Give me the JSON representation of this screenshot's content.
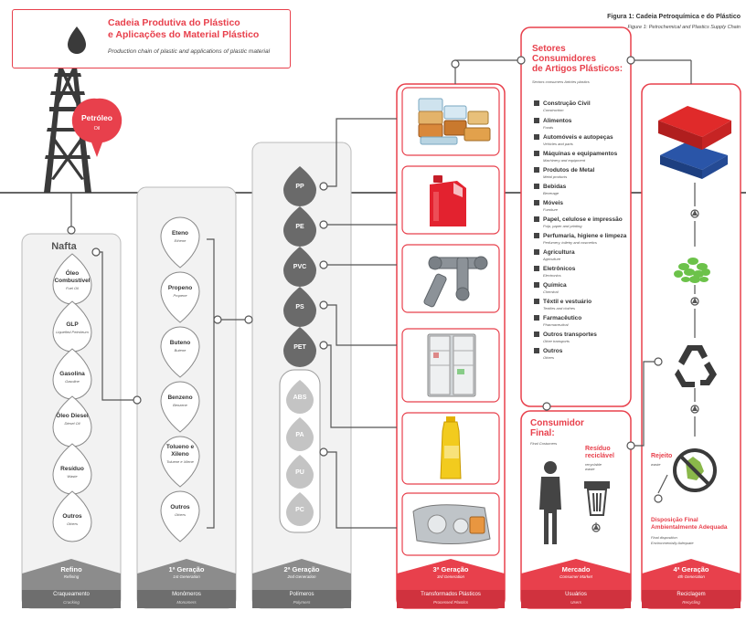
{
  "header": {
    "title_line1": "Cadeia Produtiva do Plástico",
    "title_line2": "e Aplicações do Material Plástico",
    "subtitle": "Production chain of plastic and applications of plastic material",
    "figure_pt": "Figura 1: Cadeia Petroquímica e do Plástico",
    "figure_en": "Figure 1: Petrochemical and Plastics Supply Chain"
  },
  "petroleo": {
    "label": "Petróleo",
    "sub": "Oil"
  },
  "nafta": {
    "title": "Nafta",
    "items": [
      {
        "pt": "Óleo Combustível",
        "en": "Fuel Oil"
      },
      {
        "pt": "GLP",
        "en": "Liquefied Petroleum"
      },
      {
        "pt": "Gasolina",
        "en": "Gasoline"
      },
      {
        "pt": "Óleo Diesel",
        "en": "Diesel Oil"
      },
      {
        "pt": "Resíduo",
        "en": "Waste"
      },
      {
        "pt": "Outros",
        "en": "Others"
      }
    ],
    "footer_pt": "Refino",
    "footer_en": "Refining",
    "footer2_pt": "Craqueamento",
    "footer2_en": "Cracking"
  },
  "primeira": {
    "items": [
      {
        "pt": "Eteno",
        "en": "Ethene"
      },
      {
        "pt": "Propeno",
        "en": "Propene"
      },
      {
        "pt": "Buteno",
        "en": "Butene"
      },
      {
        "pt": "Benzeno",
        "en": "Benzene"
      },
      {
        "pt": "Tolueno e Xileno",
        "en": "Toluene e Xilene"
      },
      {
        "pt": "Outros",
        "en": "Others"
      }
    ],
    "footer_pt": "1ª Geração",
    "footer_en": "1st Generation",
    "footer2_pt": "Monômeros",
    "footer2_en": "Monomers"
  },
  "segunda": {
    "polymers": [
      "PP",
      "PE",
      "PVC",
      "PS",
      "PET"
    ],
    "others": [
      "ABS",
      "PA",
      "PU",
      "PC"
    ],
    "footer_pt": "2ª Geração",
    "footer_en": "2nd Generation",
    "footer2_pt": "Polímeros",
    "footer2_en": "Polymers"
  },
  "terceira": {
    "products": [
      "food-containers",
      "plastic-jerrycan",
      "pvc-pipes",
      "refrigerator",
      "oil-bottle",
      "car-headlight"
    ],
    "footer_pt": "3ª Geração",
    "footer_en": "3rd Generation",
    "footer2_pt": "Transformados Plásticos",
    "footer2_en": "Processed Plastics"
  },
  "setores": {
    "title_line1": "Setores",
    "title_line2": "Consumidores",
    "title_line3": "de Artigos Plásticos:",
    "subtitle": "Sectors consumers Articles plastics",
    "items": [
      {
        "pt": "Construção Civil",
        "en": "Construction"
      },
      {
        "pt": "Alimentos",
        "en": "Foods"
      },
      {
        "pt": "Automóveis e autopeças",
        "en": "Vehicles and parts"
      },
      {
        "pt": "Máquinas e equipamentos",
        "en": "Machinery and equipment"
      },
      {
        "pt": "Produtos de Metal",
        "en": "Metal products"
      },
      {
        "pt": "Bebidas",
        "en": "Beverage"
      },
      {
        "pt": "Móveis",
        "en": "Furniture"
      },
      {
        "pt": "Papel, celulose e impressão",
        "en": "Pulp, paper and printing"
      },
      {
        "pt": "Perfumaria, higiene e limpeza",
        "en": "Perfumery, toiletry and cosmetics"
      },
      {
        "pt": "Agricultura",
        "en": "Agriculture"
      },
      {
        "pt": "Eletrônicos",
        "en": "Electronics"
      },
      {
        "pt": "Química",
        "en": "Chemical"
      },
      {
        "pt": "Têxtil e vestuário",
        "en": "Textiles and clothes"
      },
      {
        "pt": "Farmacêutico",
        "en": "Pharmaceutical"
      },
      {
        "pt": "Outros transportes",
        "en": "Other transports"
      },
      {
        "pt": "Outros",
        "en": "Others"
      }
    ]
  },
  "consumidor": {
    "title_line1": "Consumidor",
    "title_line2": "Final:",
    "subtitle": "Final Costumers",
    "residuo_line1": "Resíduo",
    "residuo_line2": "reciclável",
    "residuo_en1": "recyclable",
    "residuo_en2": "waste",
    "footer_pt": "Mercado",
    "footer_en": "Consumer Market",
    "footer2_pt": "Usuários",
    "footer2_en": "Users"
  },
  "quarta": {
    "rejeito": "Rejeito",
    "rejeito_en": "waste",
    "disposicao_line1": "Disposição Final",
    "disposicao_line2": "Ambientalmente Adequada",
    "disposicao_en1": "Final disposition",
    "disposicao_en2": "Environmentally Adequate",
    "footer_pt": "4ª Geração",
    "footer_en": "4th Generation",
    "footer2_pt": "Reciclagem",
    "footer2_en": "Recycling"
  },
  "colors": {
    "red": "#e8404c",
    "gray": "#8c8c8c",
    "dark_gray": "#6e6e6e",
    "line": "#555555"
  }
}
